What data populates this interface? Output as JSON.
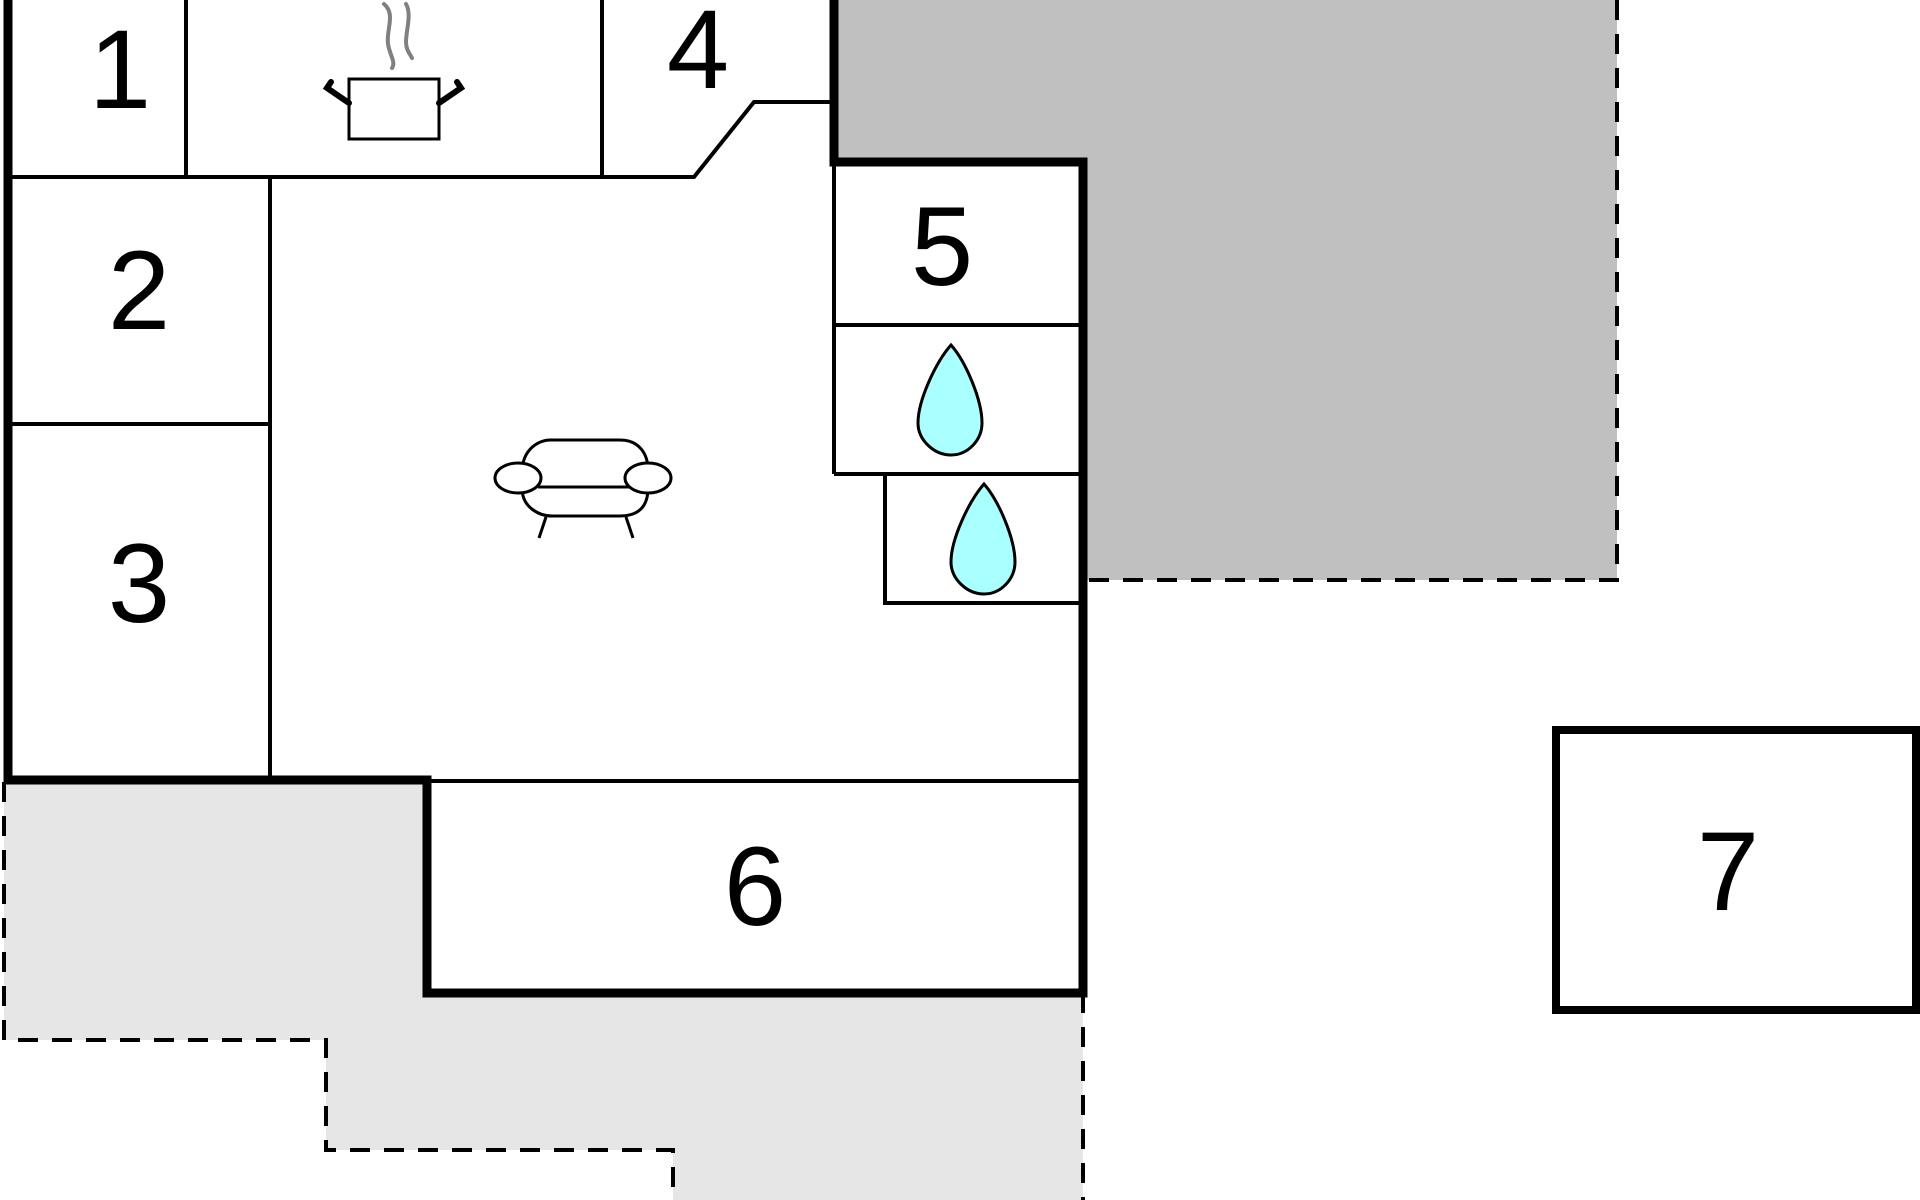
{
  "rooms": {
    "r1": "1",
    "r2": "2",
    "r3": "3",
    "r4": "4",
    "r5": "5",
    "r6": "6",
    "r7": "7"
  },
  "icons": {
    "kitchen": "steaming-pot-icon",
    "living": "sofa-icon",
    "bathroom": "water-drop-icon"
  },
  "colors": {
    "walls": "#000000",
    "covered_terrace": "#c0c0c0",
    "open_terrace": "#e6e6e6",
    "water": "#aaffff",
    "steam": "#808080"
  }
}
